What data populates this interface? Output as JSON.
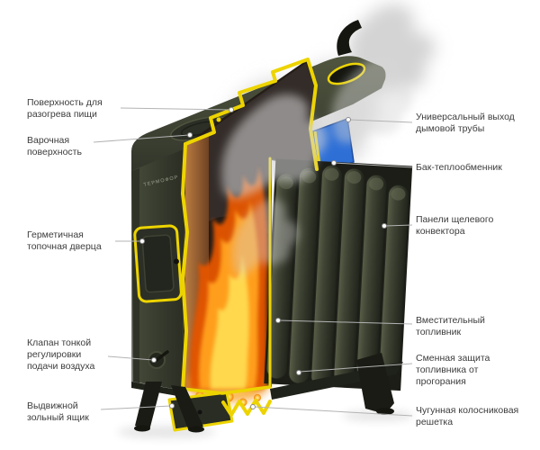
{
  "labels": {
    "left": [
      {
        "id": "food-heating-surface",
        "text": "Поверхность для разогрева пищи"
      },
      {
        "id": "cooking-surface",
        "text": "Варочная поверхность"
      },
      {
        "id": "firebox-door",
        "text": "Герметичная топочная дверца"
      },
      {
        "id": "air-valve",
        "text": "Клапан тонкой регулировки подачи воздуха"
      },
      {
        "id": "ash-drawer",
        "text": "Выдвижной зольный ящик"
      }
    ],
    "right": [
      {
        "id": "chimney-outlet",
        "text": "Универсальный выход дымовой трубы"
      },
      {
        "id": "heat-exchanger-tank",
        "text": "Бак-теплообменник"
      },
      {
        "id": "convector-panels",
        "text": "Панели щелевого конвектора"
      },
      {
        "id": "firebox",
        "text": "Вместительный топливник"
      },
      {
        "id": "burnout-protection",
        "text": "Сменная защита топливника от прогорания"
      },
      {
        "id": "cast-iron-grate",
        "text": "Чугунная колосниковая решетка"
      }
    ]
  },
  "illustration": {
    "subject": "wood-burning stove cutaway diagram",
    "brand_text": "ТЕРМОФОР",
    "colors": {
      "body": "#3a3e31",
      "cut_edge": "#edd400",
      "flame": "#ff9e1a",
      "embers": "#ffd84d",
      "tank": "#2e6fd6",
      "smoke": "#c9c9c9",
      "leader_line": "#b3b3b3",
      "label_text": "#3c3c3c",
      "background": "#ffffff"
    }
  }
}
